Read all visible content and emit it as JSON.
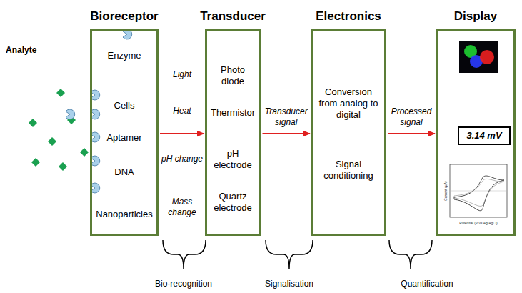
{
  "diagram": {
    "nodes": [
      {
        "text": [
          "Bioreceptor",
          "Enzyme",
          "Cells",
          "Aptamer",
          "DNA",
          "Nanoparticles"
        ]
      },
      {
        "text": [
          "Transducer",
          "Photo diode",
          "Thermistor",
          "pH electrode",
          "Quartz electrode"
        ]
      },
      {
        "text": [
          "Electronics",
          "Conversion from analog to digital",
          "Signal conditioning"
        ]
      },
      {
        "text": [
          "Display"
        ]
      },
      {
        "text": [
          "3.14 mV"
        ],
        "in": 3
      }
    ],
    "edges": [
      {
        "from": 0,
        "to": 1,
        "arrow": "to"
      },
      {
        "from": 1,
        "to": 2,
        "label": "Transducer signal",
        "arrow": "to"
      },
      {
        "from": 2,
        "to": 3,
        "label": "Processed signal",
        "arrow": "to"
      }
    ],
    "labels": [
      "Analyte",
      "Light",
      "Heat",
      "pH change",
      "Mass change",
      "Bio-recognition",
      "Signalisation",
      "Quantification",
      "Current (µA)",
      "Potential (V vs Ag/AgCl)"
    ]
  }
}
